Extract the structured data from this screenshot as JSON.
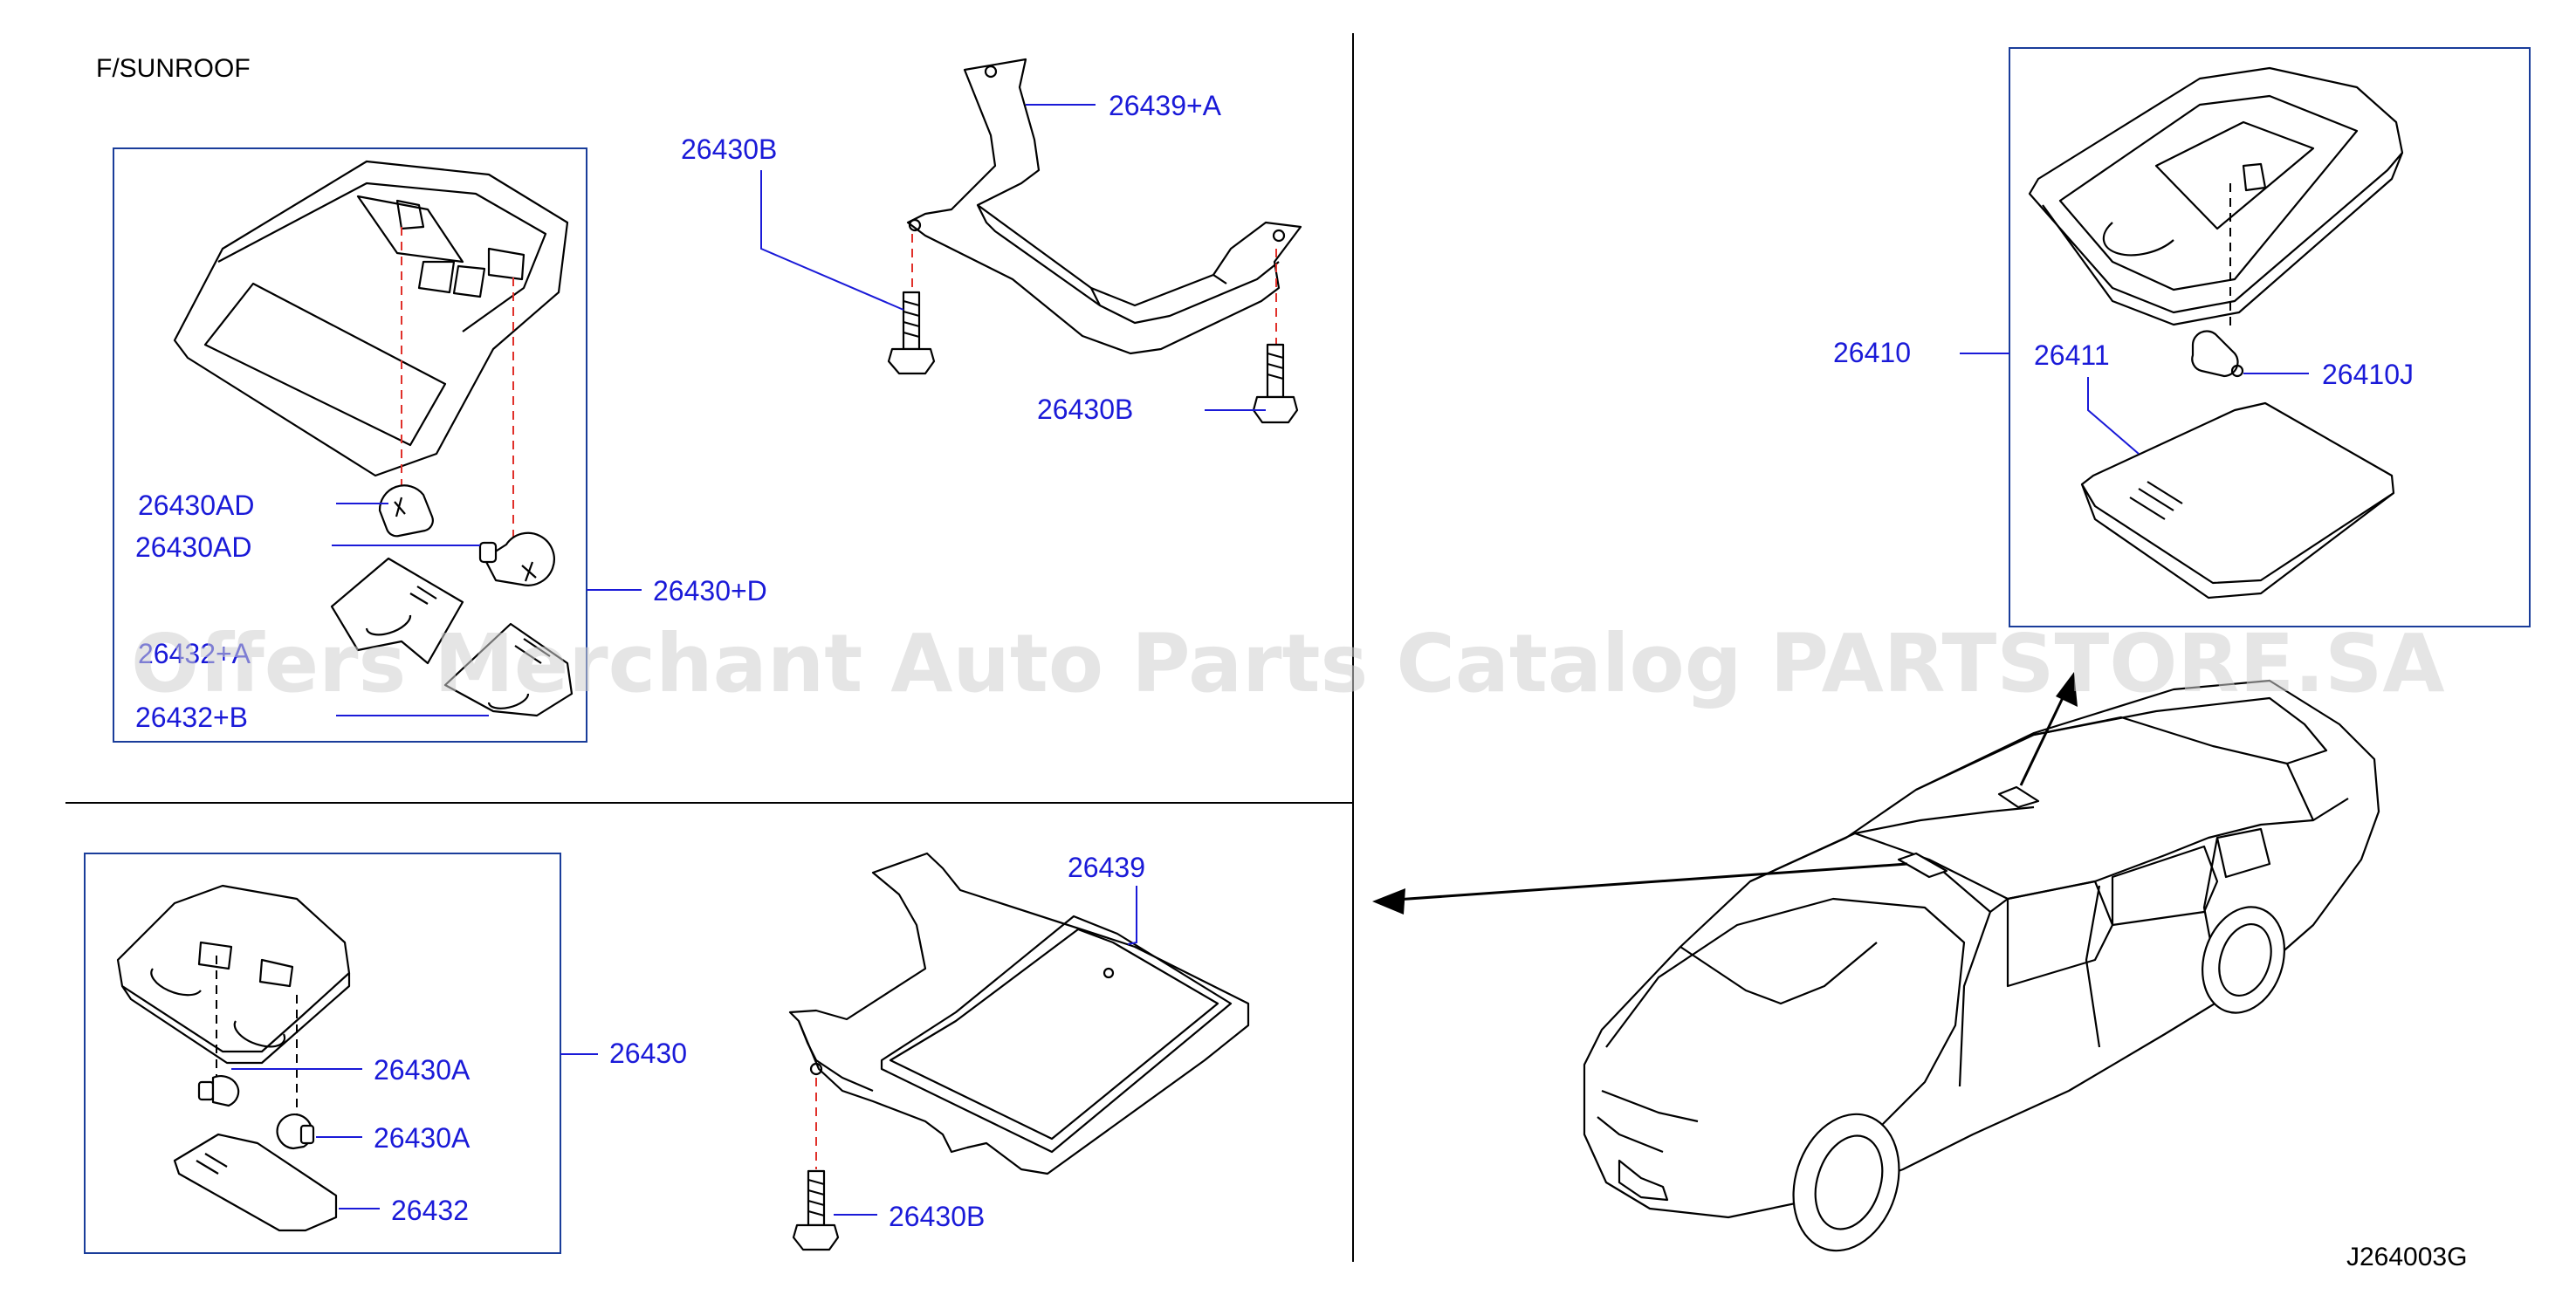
{
  "title": "F/SUNROOF",
  "drawing_code": "J264003G",
  "watermark": "Offers Merchant Auto Parts Catalog PARTSTORE.SA",
  "colors": {
    "label": "#1a1ad8",
    "box": "#1a3d9a",
    "dash": "#e0302a",
    "line": "#000000"
  },
  "labels": {
    "p26430ad_1": "26430AD",
    "p26430ad_2": "26430AD",
    "p26432a": "26432+A",
    "p26432b": "26432+B",
    "p26430d": "26430+D",
    "p26430b_top": "26430B",
    "p26439a": "26439+A",
    "p26430b_mid": "26430B",
    "p26410": "26410",
    "p26411": "26411",
    "p26410j": "26410J",
    "p26439": "26439",
    "p26430": "26430",
    "p26430a_1": "26430A",
    "p26430a_2": "26430A",
    "p26432": "26432",
    "p26430b_bot": "26430B"
  }
}
